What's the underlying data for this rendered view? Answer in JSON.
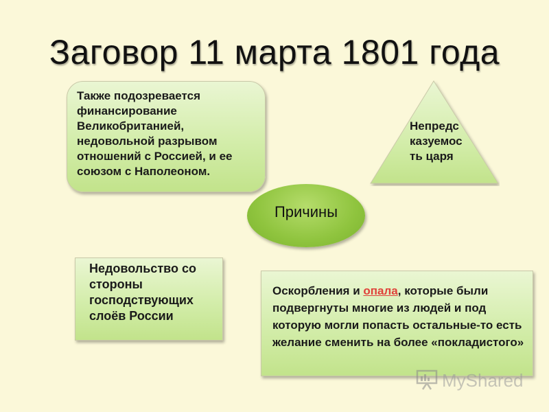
{
  "title": "Заговор 11 марта 1801 года",
  "center": {
    "label": "Причины"
  },
  "box_top": {
    "text": "Также подозревается финансирование Великобританией, недовольной разрывом отношений с Россией, и ее союзом с Наполеоном."
  },
  "triangle": {
    "text": "Непредсказуемость царя"
  },
  "box_left": {
    "text": "Недовольство со стороны господствующих слоёв России"
  },
  "box_right": {
    "text_before": "Оскорбления и ",
    "highlight": "опала",
    "text_after": ", которые были подвергнуты многие из людей и под которую могли попасть остальные-то есть желание сменить на более «покладистого»"
  },
  "watermark": {
    "text": "MyShared",
    "icon": "projector-screen-icon"
  },
  "colors": {
    "background": "#fbf8d9",
    "box_green": "#d3edaa",
    "ellipse_green": "#8fc43e",
    "highlight_red": "#e0413a"
  }
}
